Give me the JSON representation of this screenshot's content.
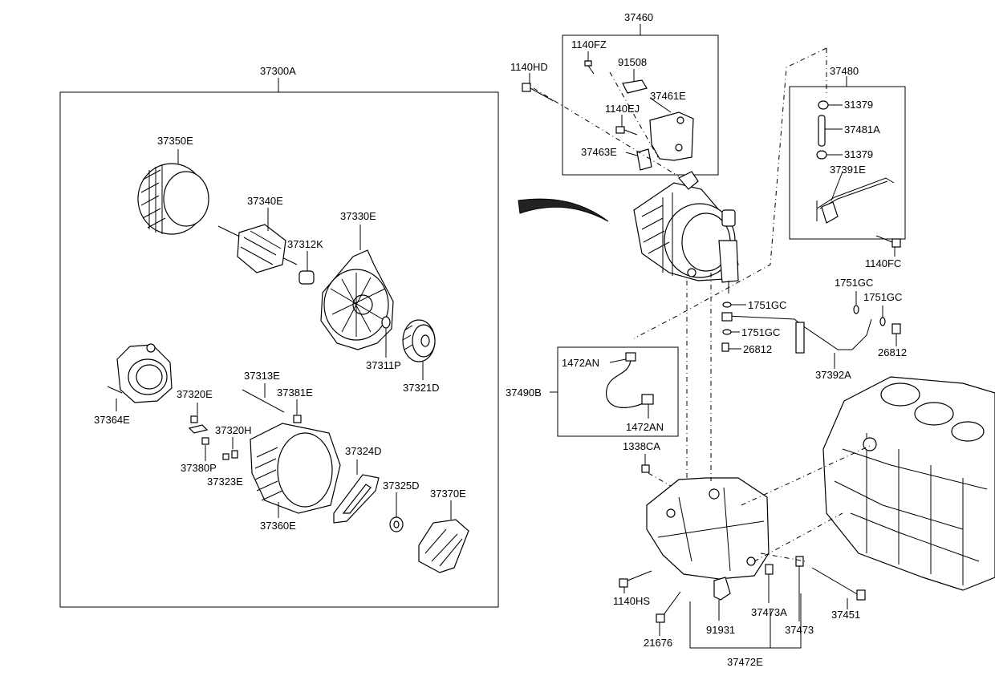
{
  "labels": {
    "l37300A": "37300A",
    "l37350E": "37350E",
    "l37340E": "37340E",
    "l37330E": "37330E",
    "l37312K": "37312K",
    "l37311P": "37311P",
    "l37321D": "37321D",
    "l37364E": "37364E",
    "l37320E": "37320E",
    "l37313E": "37313E",
    "l37381E": "37381E",
    "l37320H": "37320H",
    "l37380P": "37380P",
    "l37323E": "37323E",
    "l37324D": "37324D",
    "l37325D": "37325D",
    "l37370E": "37370E",
    "l37360E": "37360E",
    "l37460": "37460",
    "l1140FZ": "1140FZ",
    "l91508": "91508",
    "l1140HD": "1140HD",
    "l37461E": "37461E",
    "l1140EJ": "1140EJ",
    "l37463E": "37463E",
    "l37480": "37480",
    "l31379a": "31379",
    "l37481A": "37481A",
    "l31379b": "31379",
    "l37391E": "37391E",
    "l1140FC": "1140FC",
    "l1751GCa": "1751GC",
    "l1751GCb": "1751GC",
    "l1751GCc": "1751GC",
    "l1751GCd": "1751GC",
    "l26812a": "26812",
    "l26812b": "26812",
    "l37392A": "37392A",
    "l1472ANa": "1472AN",
    "l1472ANb": "1472AN",
    "l37490B": "37490B",
    "l1338CA": "1338CA",
    "l1140HS": "1140HS",
    "l91931": "91931",
    "l37473A": "37473A",
    "l37473": "37473",
    "l37451": "37451",
    "l21676": "21676",
    "l37472E": "37472E"
  }
}
